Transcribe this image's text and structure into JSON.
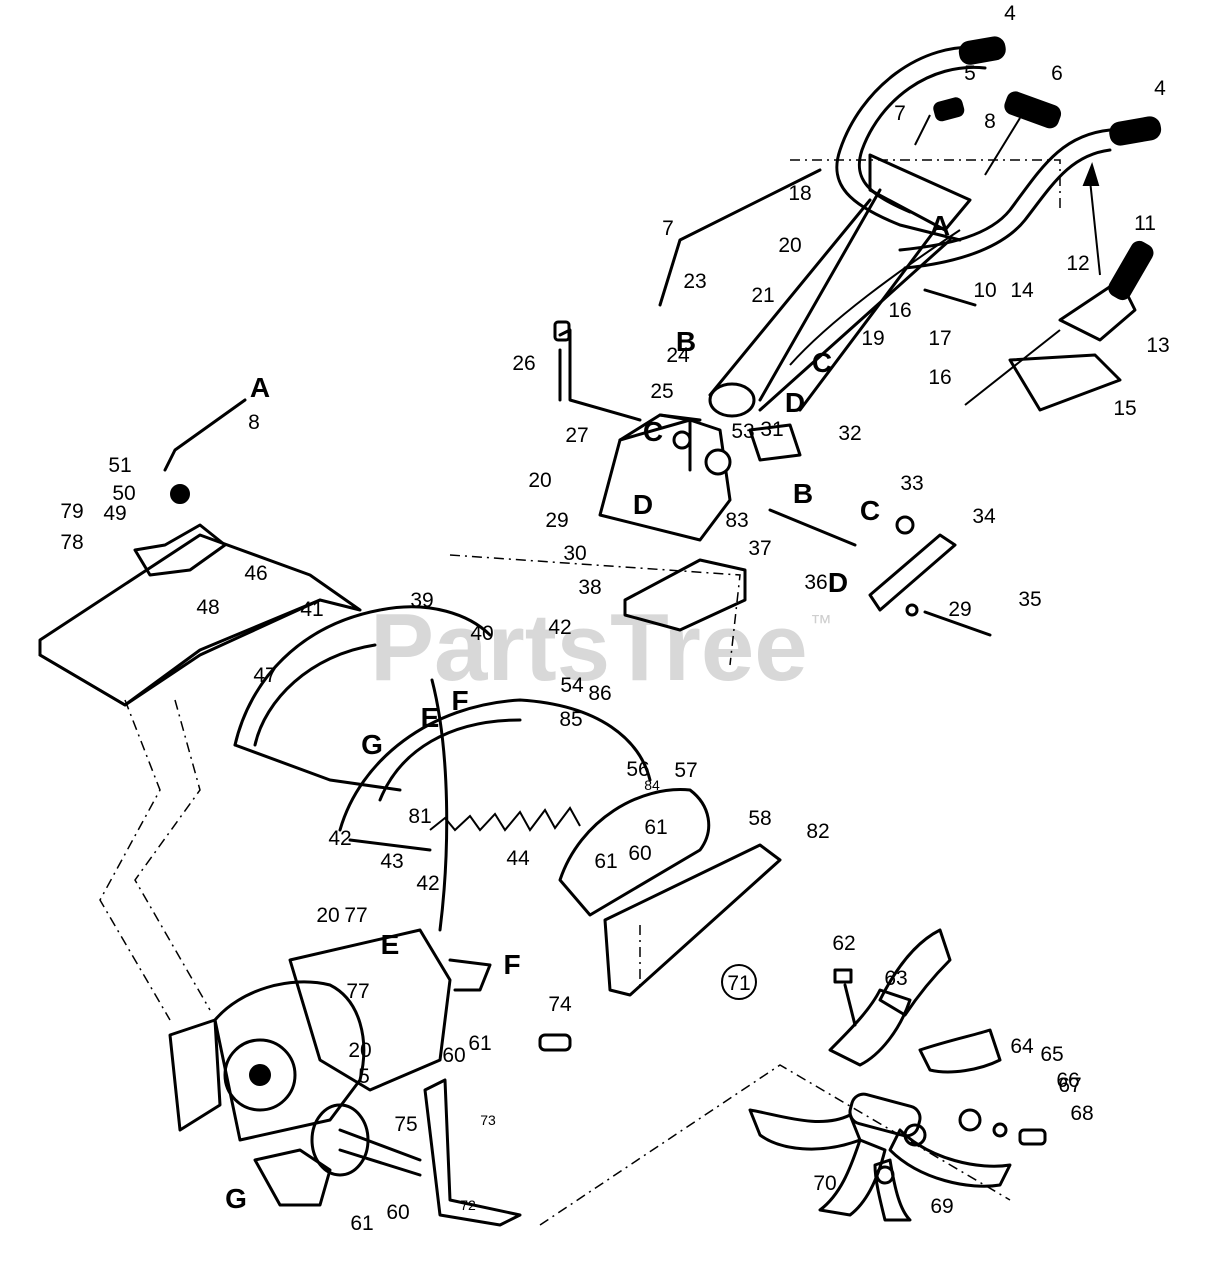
{
  "watermark": {
    "text": "PartsTree",
    "superscript": "™"
  },
  "group_label": "71",
  "callouts": [
    {
      "text": "4"
    },
    {
      "text": "5"
    },
    {
      "text": "6"
    },
    {
      "text": "4"
    },
    {
      "text": "7"
    },
    {
      "text": "8"
    },
    {
      "text": "7"
    },
    {
      "text": "18"
    },
    {
      "text": "20"
    },
    {
      "text": "21"
    },
    {
      "text": "23"
    },
    {
      "text": "10"
    },
    {
      "text": "16"
    },
    {
      "text": "17"
    },
    {
      "text": "19"
    },
    {
      "text": "11"
    },
    {
      "text": "12"
    },
    {
      "text": "14"
    },
    {
      "text": "13"
    },
    {
      "text": "16"
    },
    {
      "text": "15"
    },
    {
      "text": "26"
    },
    {
      "text": "24"
    },
    {
      "text": "25"
    },
    {
      "text": "53"
    },
    {
      "text": "31"
    },
    {
      "text": "32"
    },
    {
      "text": "27"
    },
    {
      "text": "20"
    },
    {
      "text": "29"
    },
    {
      "text": "30"
    },
    {
      "text": "83"
    },
    {
      "text": "37"
    },
    {
      "text": "38"
    },
    {
      "text": "36"
    },
    {
      "text": "33"
    },
    {
      "text": "34"
    },
    {
      "text": "29"
    },
    {
      "text": "35"
    },
    {
      "text": "8"
    },
    {
      "text": "51"
    },
    {
      "text": "50"
    },
    {
      "text": "79"
    },
    {
      "text": "78"
    },
    {
      "text": "49"
    },
    {
      "text": "46"
    },
    {
      "text": "48"
    },
    {
      "text": "47"
    },
    {
      "text": "41"
    },
    {
      "text": "39"
    },
    {
      "text": "40"
    },
    {
      "text": "42"
    },
    {
      "text": "54"
    },
    {
      "text": "86"
    },
    {
      "text": "85"
    },
    {
      "text": "56"
    },
    {
      "text": "57"
    },
    {
      "text": "42"
    },
    {
      "text": "43"
    },
    {
      "text": "81"
    },
    {
      "text": "42"
    },
    {
      "text": "44"
    },
    {
      "text": "61"
    },
    {
      "text": "60"
    },
    {
      "text": "61"
    },
    {
      "text": "58"
    },
    {
      "text": "82"
    },
    {
      "text": "20"
    },
    {
      "text": "77"
    },
    {
      "text": "77"
    },
    {
      "text": "20"
    },
    {
      "text": "61"
    },
    {
      "text": "60"
    },
    {
      "text": "74"
    },
    {
      "text": "5"
    },
    {
      "text": "75"
    },
    {
      "text": "62"
    },
    {
      "text": "63"
    },
    {
      "text": "64"
    },
    {
      "text": "65"
    },
    {
      "text": "66"
    },
    {
      "text": "67"
    },
    {
      "text": "68"
    },
    {
      "text": "70"
    },
    {
      "text": "69"
    },
    {
      "text": "61"
    },
    {
      "text": "60"
    }
  ],
  "callouts_small": [
    {
      "text": "84"
    },
    {
      "text": "73"
    },
    {
      "text": "72"
    }
  ],
  "letters": [
    {
      "text": "A"
    },
    {
      "text": "B"
    },
    {
      "text": "C"
    },
    {
      "text": "D"
    },
    {
      "text": "C"
    },
    {
      "text": "D"
    },
    {
      "text": "B"
    },
    {
      "text": "C"
    },
    {
      "text": "D"
    },
    {
      "text": "A"
    },
    {
      "text": "E"
    },
    {
      "text": "F"
    },
    {
      "text": "G"
    },
    {
      "text": "E"
    },
    {
      "text": "F"
    },
    {
      "text": "G"
    }
  ]
}
